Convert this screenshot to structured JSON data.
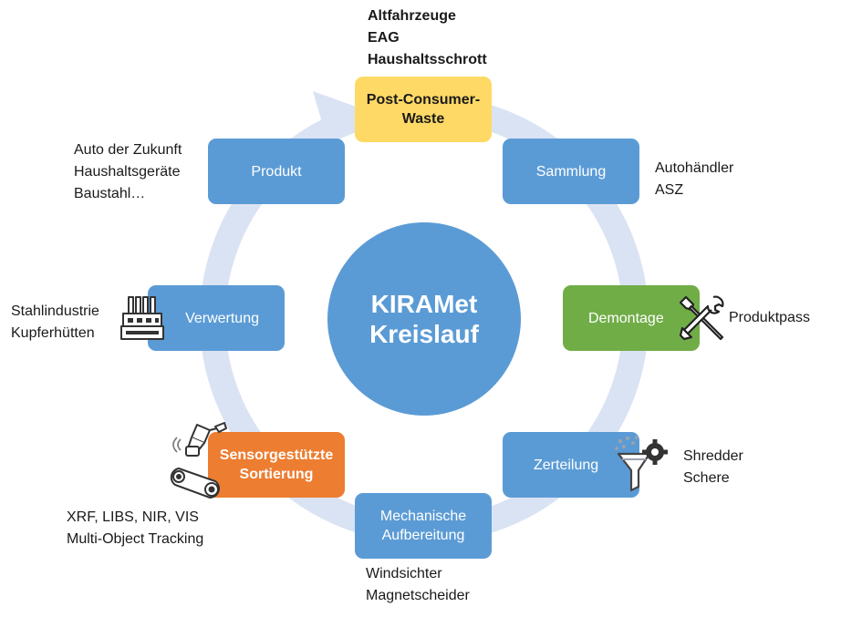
{
  "center": {
    "line1": "KIRAMet",
    "line2": "Kreislauf"
  },
  "nodes": {
    "post_consumer": {
      "line1": "Post-Consumer-",
      "line2": "Waste"
    },
    "sammlung": "Sammlung",
    "demontage": "Demontage",
    "zerteilung": "Zerteilung",
    "mechanische": {
      "line1": "Mechanische",
      "line2": "Aufbereitung"
    },
    "sortierung": {
      "line1": "Sensorgestützte",
      "line2": "Sortierung"
    },
    "verwertung": "Verwertung",
    "produkt": "Produkt"
  },
  "annotations": {
    "post_consumer": [
      "Altfahrzeuge",
      "EAG",
      "Haushaltsschrott"
    ],
    "sammlung": [
      "Autohändler",
      "ASZ"
    ],
    "demontage": [
      "Produktpass"
    ],
    "zerteilung": [
      "Shredder",
      "Schere"
    ],
    "mechanische": [
      "Windsichter",
      "Magnetscheider"
    ],
    "sortierung": [
      "XRF, LIBS, NIR, VIS",
      "Multi-Object Tracking"
    ],
    "verwertung": [
      "Stahlindustrie",
      "Kupferhütten"
    ],
    "produkt": [
      "Auto der Zukunft",
      "Haushaltsgeräte",
      "Baustahl…"
    ]
  },
  "icons": {
    "demontage": "wrench-screwdriver-icon",
    "zerteilung": "funnel-gear-icon",
    "sortierung": "sorting-robot-conveyor-icon",
    "verwertung": "factory-icon"
  },
  "colors": {
    "blue": "#5b9bd5",
    "yellow": "#ffd966",
    "green": "#70ad47",
    "orange": "#ed7d31",
    "ring": "#dae3f3"
  }
}
